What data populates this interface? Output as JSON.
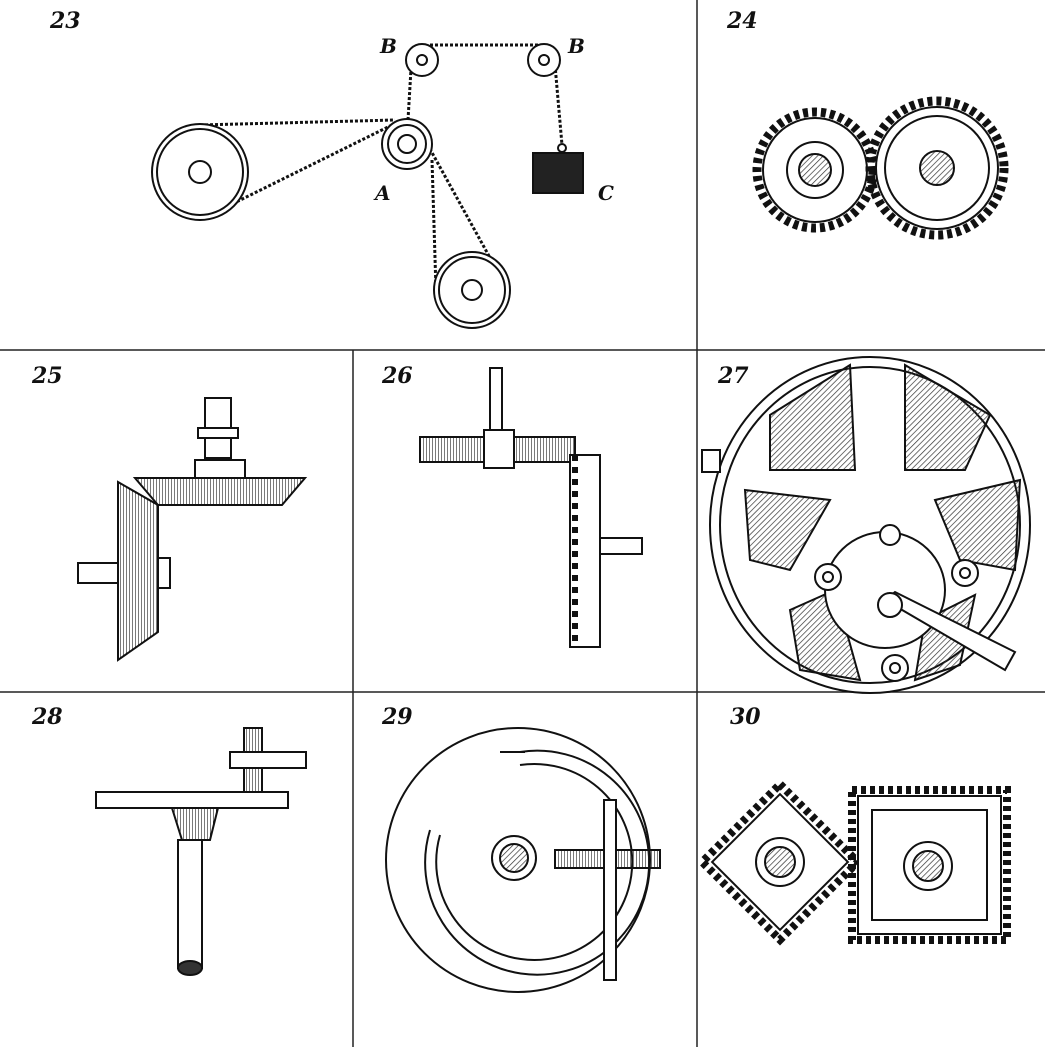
{
  "figures": [
    {
      "number": "23",
      "labels": [
        "B",
        "B",
        "A",
        "C"
      ]
    },
    {
      "number": "24",
      "labels": []
    },
    {
      "number": "25",
      "labels": []
    },
    {
      "number": "26",
      "labels": []
    },
    {
      "number": "27",
      "labels": []
    },
    {
      "number": "28",
      "labels": []
    },
    {
      "number": "29",
      "labels": []
    },
    {
      "number": "30",
      "labels": []
    }
  ],
  "colors": {
    "ink": "#111111",
    "paper": "#ffffff"
  }
}
